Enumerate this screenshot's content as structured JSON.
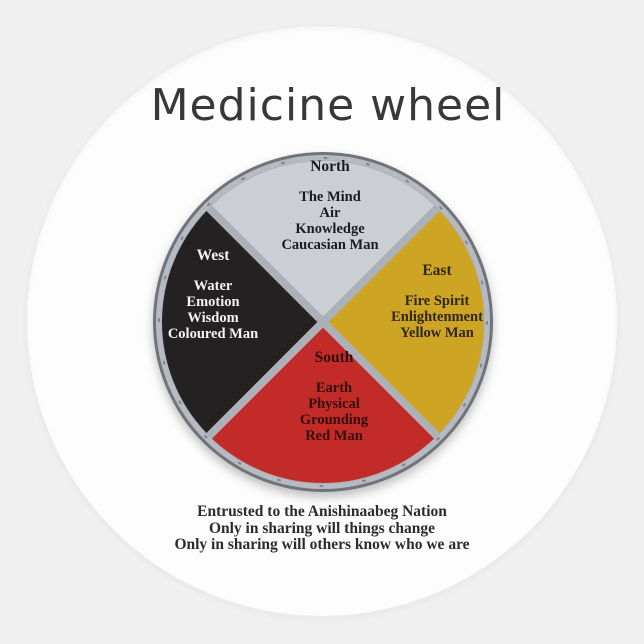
{
  "title": "Medicine wheel",
  "wheel": {
    "rim_edge_color": "#6e747a",
    "rim_color": "#b7bbc1",
    "divider_color": "#abb1b7",
    "rivet_color": "#63686e",
    "quadrants": [
      {
        "id": "north",
        "direction": "North",
        "lines": [
          "The Mind",
          "Air",
          "Knowledge",
          "Caucasian Man"
        ],
        "color": "#c6cad1",
        "text_color": "#1c1c1f"
      },
      {
        "id": "east",
        "direction": "East",
        "lines": [
          "Fire Spirit",
          "Enlightenment",
          "Yellow Man"
        ],
        "color": "#cda423",
        "text_color": "#2e2712"
      },
      {
        "id": "south",
        "direction": "South",
        "lines": [
          "Earth",
          "Physical",
          "Grounding",
          "Red Man"
        ],
        "color": "#c32b28",
        "text_color": "#330e0c"
      },
      {
        "id": "west",
        "direction": "West",
        "lines": [
          "Water",
          "Emotion",
          "Wisdom",
          "Coloured Man"
        ],
        "color": "#232121",
        "text_color": "#f3f3f3"
      }
    ]
  },
  "footer": {
    "lines": [
      "Entrusted to the Anishinaabeg Nation",
      "Only in sharing will things change",
      "Only in sharing will others know who we are"
    ]
  }
}
